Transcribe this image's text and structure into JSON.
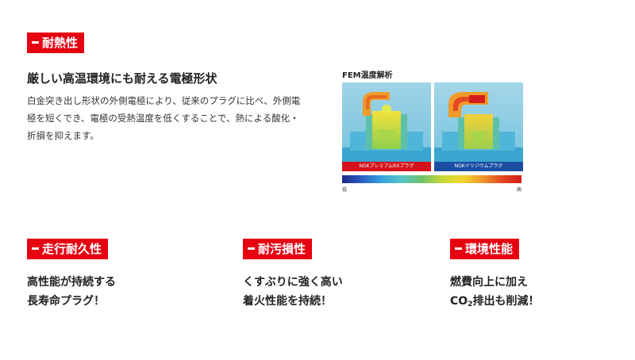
{
  "section_heat": {
    "badge": "耐熱性",
    "heading": "厳しい高温環境にも耐える電極形状",
    "body": "白金突き出し形状の外側電極により、従来のプラグに比べ、外側電極を短くでき、電極の受熱温度を低くすることで、熱による酸化・折損を抑えます。"
  },
  "fem": {
    "title": "FEM温度解析",
    "panel_left_label": "NGKプレミアムRXプラグ",
    "panel_right_label": "NGKイリジウムプラグ",
    "scale_low": "低",
    "scale_high": "高",
    "panel_left_label_color": "#d5121b",
    "panel_right_label_color": "#1b4ea3"
  },
  "features": [
    {
      "badge": "走行耐久性",
      "line1": "高性能が持続する",
      "line2": "長寿命プラグ！"
    },
    {
      "badge": "耐汚損性",
      "line1": "くすぶりに強く高い",
      "line2": "着火性能を持続！"
    },
    {
      "badge": "環境性能",
      "line1": "燃費向上に加え",
      "line2_prefix": "CO",
      "line2_sub": "2",
      "line2_suffix": "排出も削減！"
    }
  ],
  "colors": {
    "accent": "#e60012",
    "text": "#222222"
  }
}
